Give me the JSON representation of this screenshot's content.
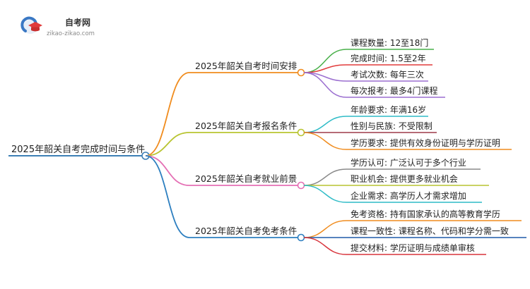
{
  "logo": {
    "title": "自考网",
    "url": "zikao-zikao.com"
  },
  "root": {
    "label": "2025年韶关自考完成时间与条件",
    "color": "#3d7fb5"
  },
  "branches": [
    {
      "label": "2025年韶关自考时间安排",
      "color": "#f08c1e",
      "leaves": [
        {
          "text": "课程数量: 12至18门",
          "color": "#49b04a"
        },
        {
          "text": "完成时间: 1.5至2年",
          "color": "#e23c3c"
        },
        {
          "text": "考试次数: 每年三次",
          "color": "#9b6fd0"
        },
        {
          "text": "每次报考: 最多4门课程",
          "color": "#9b6fd0"
        }
      ]
    },
    {
      "label": "2025年韶关自考报名条件",
      "color": "#b8c430",
      "leaves": [
        {
          "text": "年龄要求: 年满16岁",
          "color": "#2fbcc7"
        },
        {
          "text": "性别与民族: 不受限制",
          "color": "#9e3a48"
        },
        {
          "text": "学历要求: 提供有效身份证明与学历证明",
          "color": "#f08c1e"
        }
      ]
    },
    {
      "label": "2025年韶关自考就业前景",
      "color": "#e46fb4",
      "leaves": [
        {
          "text": "学历认可: 广泛认可于多个行业",
          "color": "#8a8a8a"
        },
        {
          "text": "职业机会: 提供更多就业机会",
          "color": "#b8c430"
        },
        {
          "text": "企业需求: 高学历人才需求增加",
          "color": "#2fbcc7"
        }
      ]
    },
    {
      "label": "2025年韶关自考免考条件",
      "color": "#2d7fc0",
      "leaves": [
        {
          "text": "免考资格: 持有国家承认的高等教育学历",
          "color": "#f08c1e"
        },
        {
          "text": "课程一致性: 课程名称、代码和学分需一致",
          "color": "#1e5aa8"
        },
        {
          "text": "提交材料: 学历证明与成绩单审核",
          "color": "#d8343c"
        }
      ]
    }
  ]
}
